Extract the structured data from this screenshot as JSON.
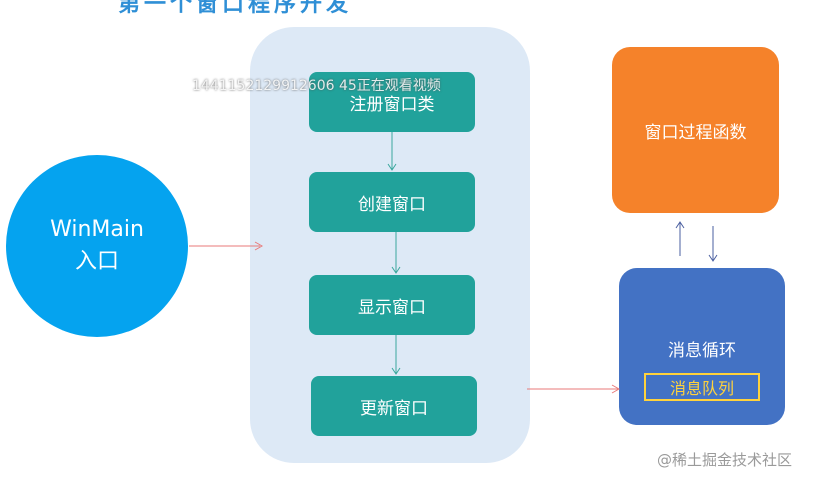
{
  "title_fragment": "第一个窗口程序开发",
  "entry": {
    "line1": "WinMain",
    "line2": "入口"
  },
  "steps": [
    "注册窗口类",
    "创建窗口",
    "显示窗口",
    "更新窗口"
  ],
  "window_proc": "窗口过程函数",
  "message_loop": "消息循环",
  "message_queue": "消息队列",
  "overlay_text": "1441152129912606 45正在观看视频",
  "brand": "@稀土掘金技术社区",
  "colors": {
    "panel": "#dde9f6",
    "step": "#21a29b",
    "entry": "#05a3ef",
    "window_proc": "#f5822a",
    "message_loop": "#4372c4",
    "queue_border": "#ffd23c",
    "arrow_red": "#e87a7a",
    "arrow_teal": "#3aa79d",
    "arrow_navy": "#4a5fa0"
  }
}
